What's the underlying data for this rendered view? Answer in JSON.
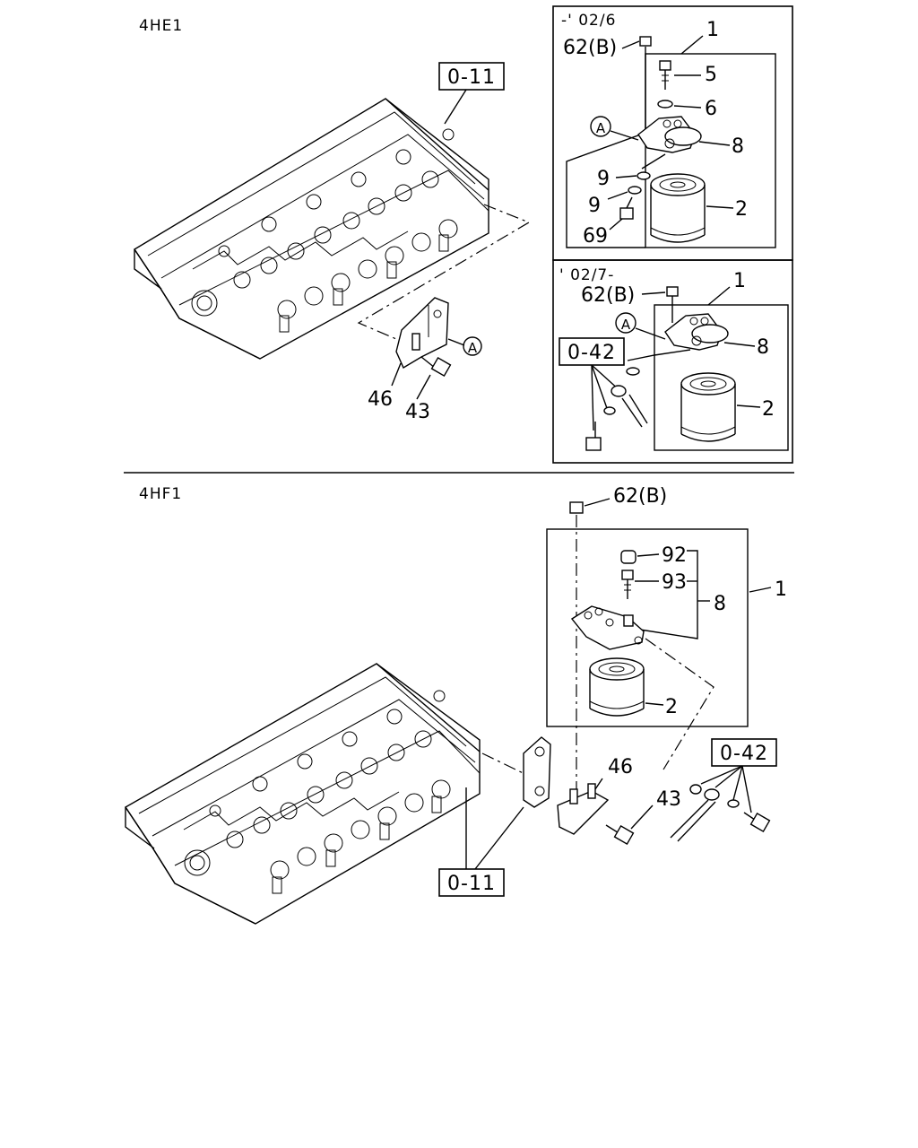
{
  "sections": [
    {
      "title": "4HE1"
    },
    {
      "title": "4HF1"
    }
  ],
  "refs": {
    "top_block": "0-11",
    "bottom_block": "0-11",
    "inset2": "0-42",
    "bottom_hose": "0-42"
  },
  "insets": [
    {
      "period": "-' 02/6"
    },
    {
      "period": "' 02/7-"
    }
  ],
  "callouts": {
    "top": {
      "bracket": "46",
      "bolt": "43",
      "a": "A"
    },
    "inset1": {
      "nut": "62(B)",
      "assy": "1",
      "bolt": "5",
      "washer": "6",
      "head": "8",
      "w9a": "9",
      "w9b": "9",
      "fitting": "69",
      "filter": "2",
      "a": "A"
    },
    "inset2": {
      "nut": "62(B)",
      "assy": "1",
      "head": "8",
      "filter": "2",
      "a": "A"
    },
    "bottom": {
      "nut": "62(B)",
      "p92": "92",
      "p93": "93",
      "head": "8",
      "assy": "1",
      "filter": "2",
      "bracket": "46",
      "bolt": "43"
    }
  }
}
